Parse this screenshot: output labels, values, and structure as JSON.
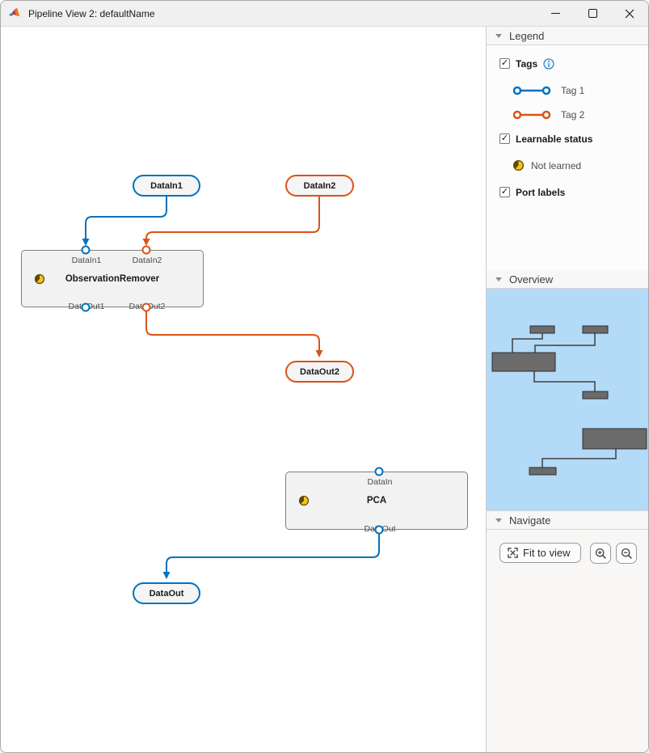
{
  "window": {
    "title": "Pipeline View 2: defaultName"
  },
  "canvas": {
    "pills": [
      {
        "label": "DataIn1",
        "tag": "Tag 1"
      },
      {
        "label": "DataIn2",
        "tag": "Tag 2"
      },
      {
        "label": "DataOut2",
        "tag": "Tag 2"
      },
      {
        "label": "DataOut",
        "tag": "Tag 1"
      }
    ],
    "blocks": [
      {
        "title": "ObservationRemover",
        "top_ports": [
          "DataIn1",
          "DataIn2"
        ],
        "bottom_ports": [
          "DataOut1",
          "DataOut2"
        ],
        "status": "Not learned"
      },
      {
        "title": "PCA",
        "top_ports": [
          "DataIn"
        ],
        "bottom_ports": [
          "DataOut"
        ],
        "status": "Not learned"
      }
    ]
  },
  "sidebar": {
    "legend": {
      "title": "Legend",
      "tags_label": "Tags",
      "tag_items": [
        {
          "label": "Tag 1",
          "color": "#0072BD"
        },
        {
          "label": "Tag 2",
          "color": "#D95319"
        }
      ],
      "learnable_label": "Learnable status",
      "not_learned_label": "Not learned",
      "port_labels_label": "Port labels"
    },
    "overview": {
      "title": "Overview"
    },
    "navigate": {
      "title": "Navigate",
      "fit_button_label": "Fit to view"
    }
  },
  "colors": {
    "tag1": "#0072BD",
    "tag2": "#D95319",
    "status_yellow": "#F2C31B",
    "minimap_bg": "#B3DAF7",
    "minimap_node": "#6B6B6B"
  }
}
